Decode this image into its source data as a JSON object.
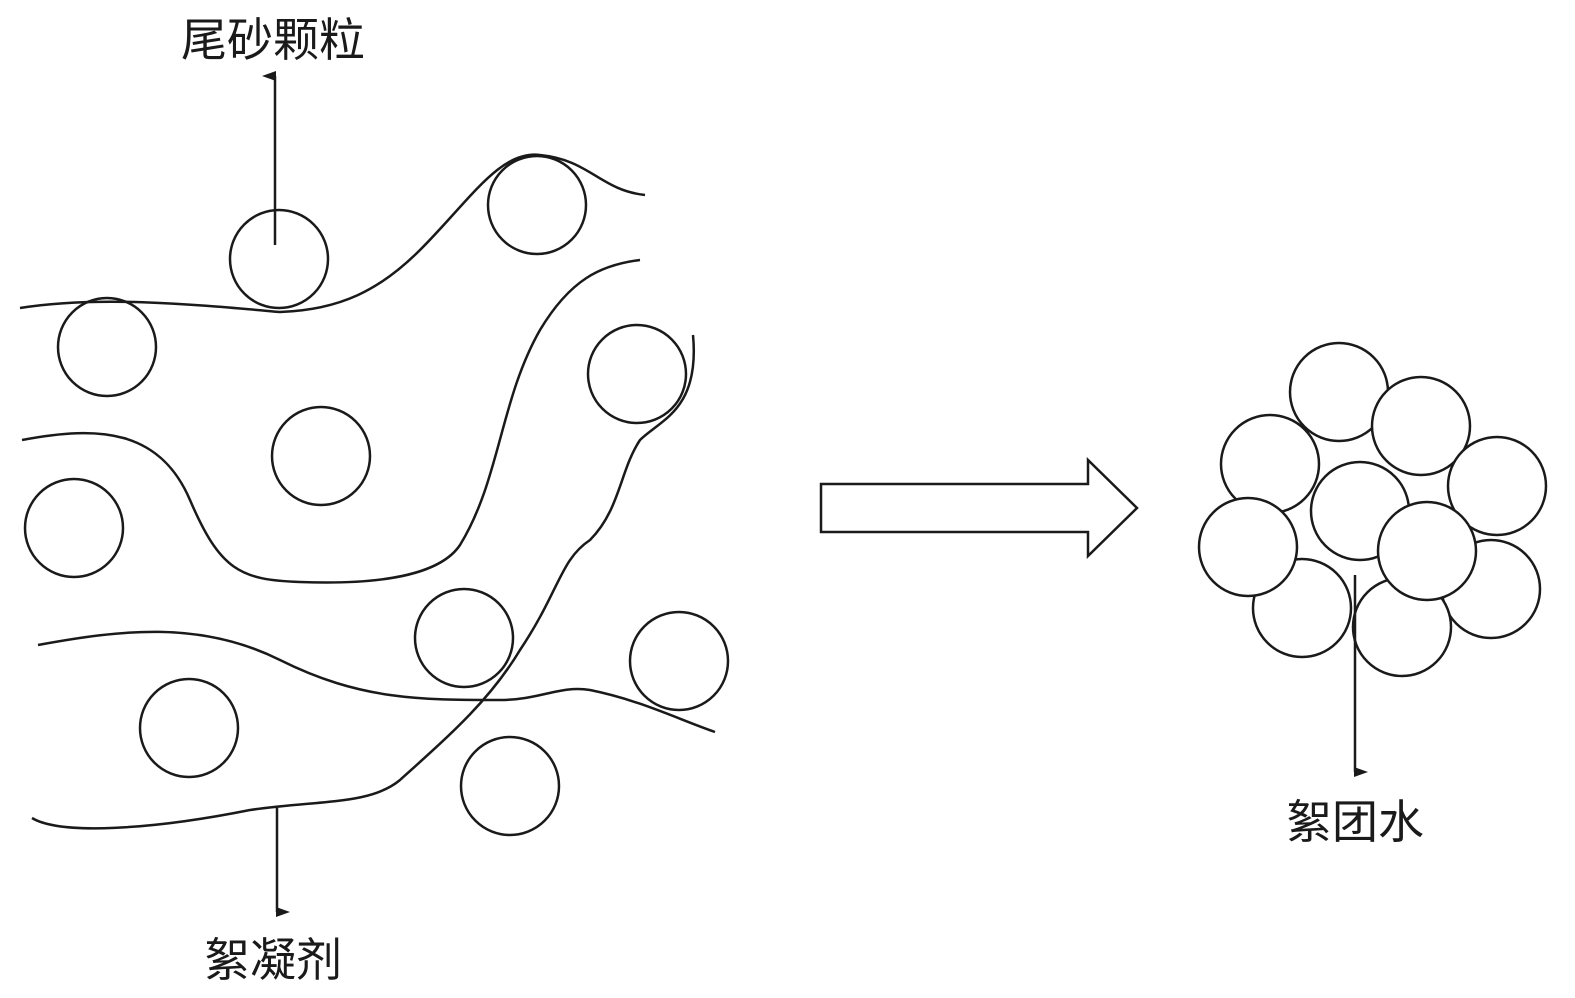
{
  "labels": {
    "tailings_particle": "尾砂颗粒",
    "flocculant": "絮凝剂",
    "floc_water": "絮团水"
  },
  "colors": {
    "stroke": "#1a1a1a",
    "background": "#ffffff"
  }
}
